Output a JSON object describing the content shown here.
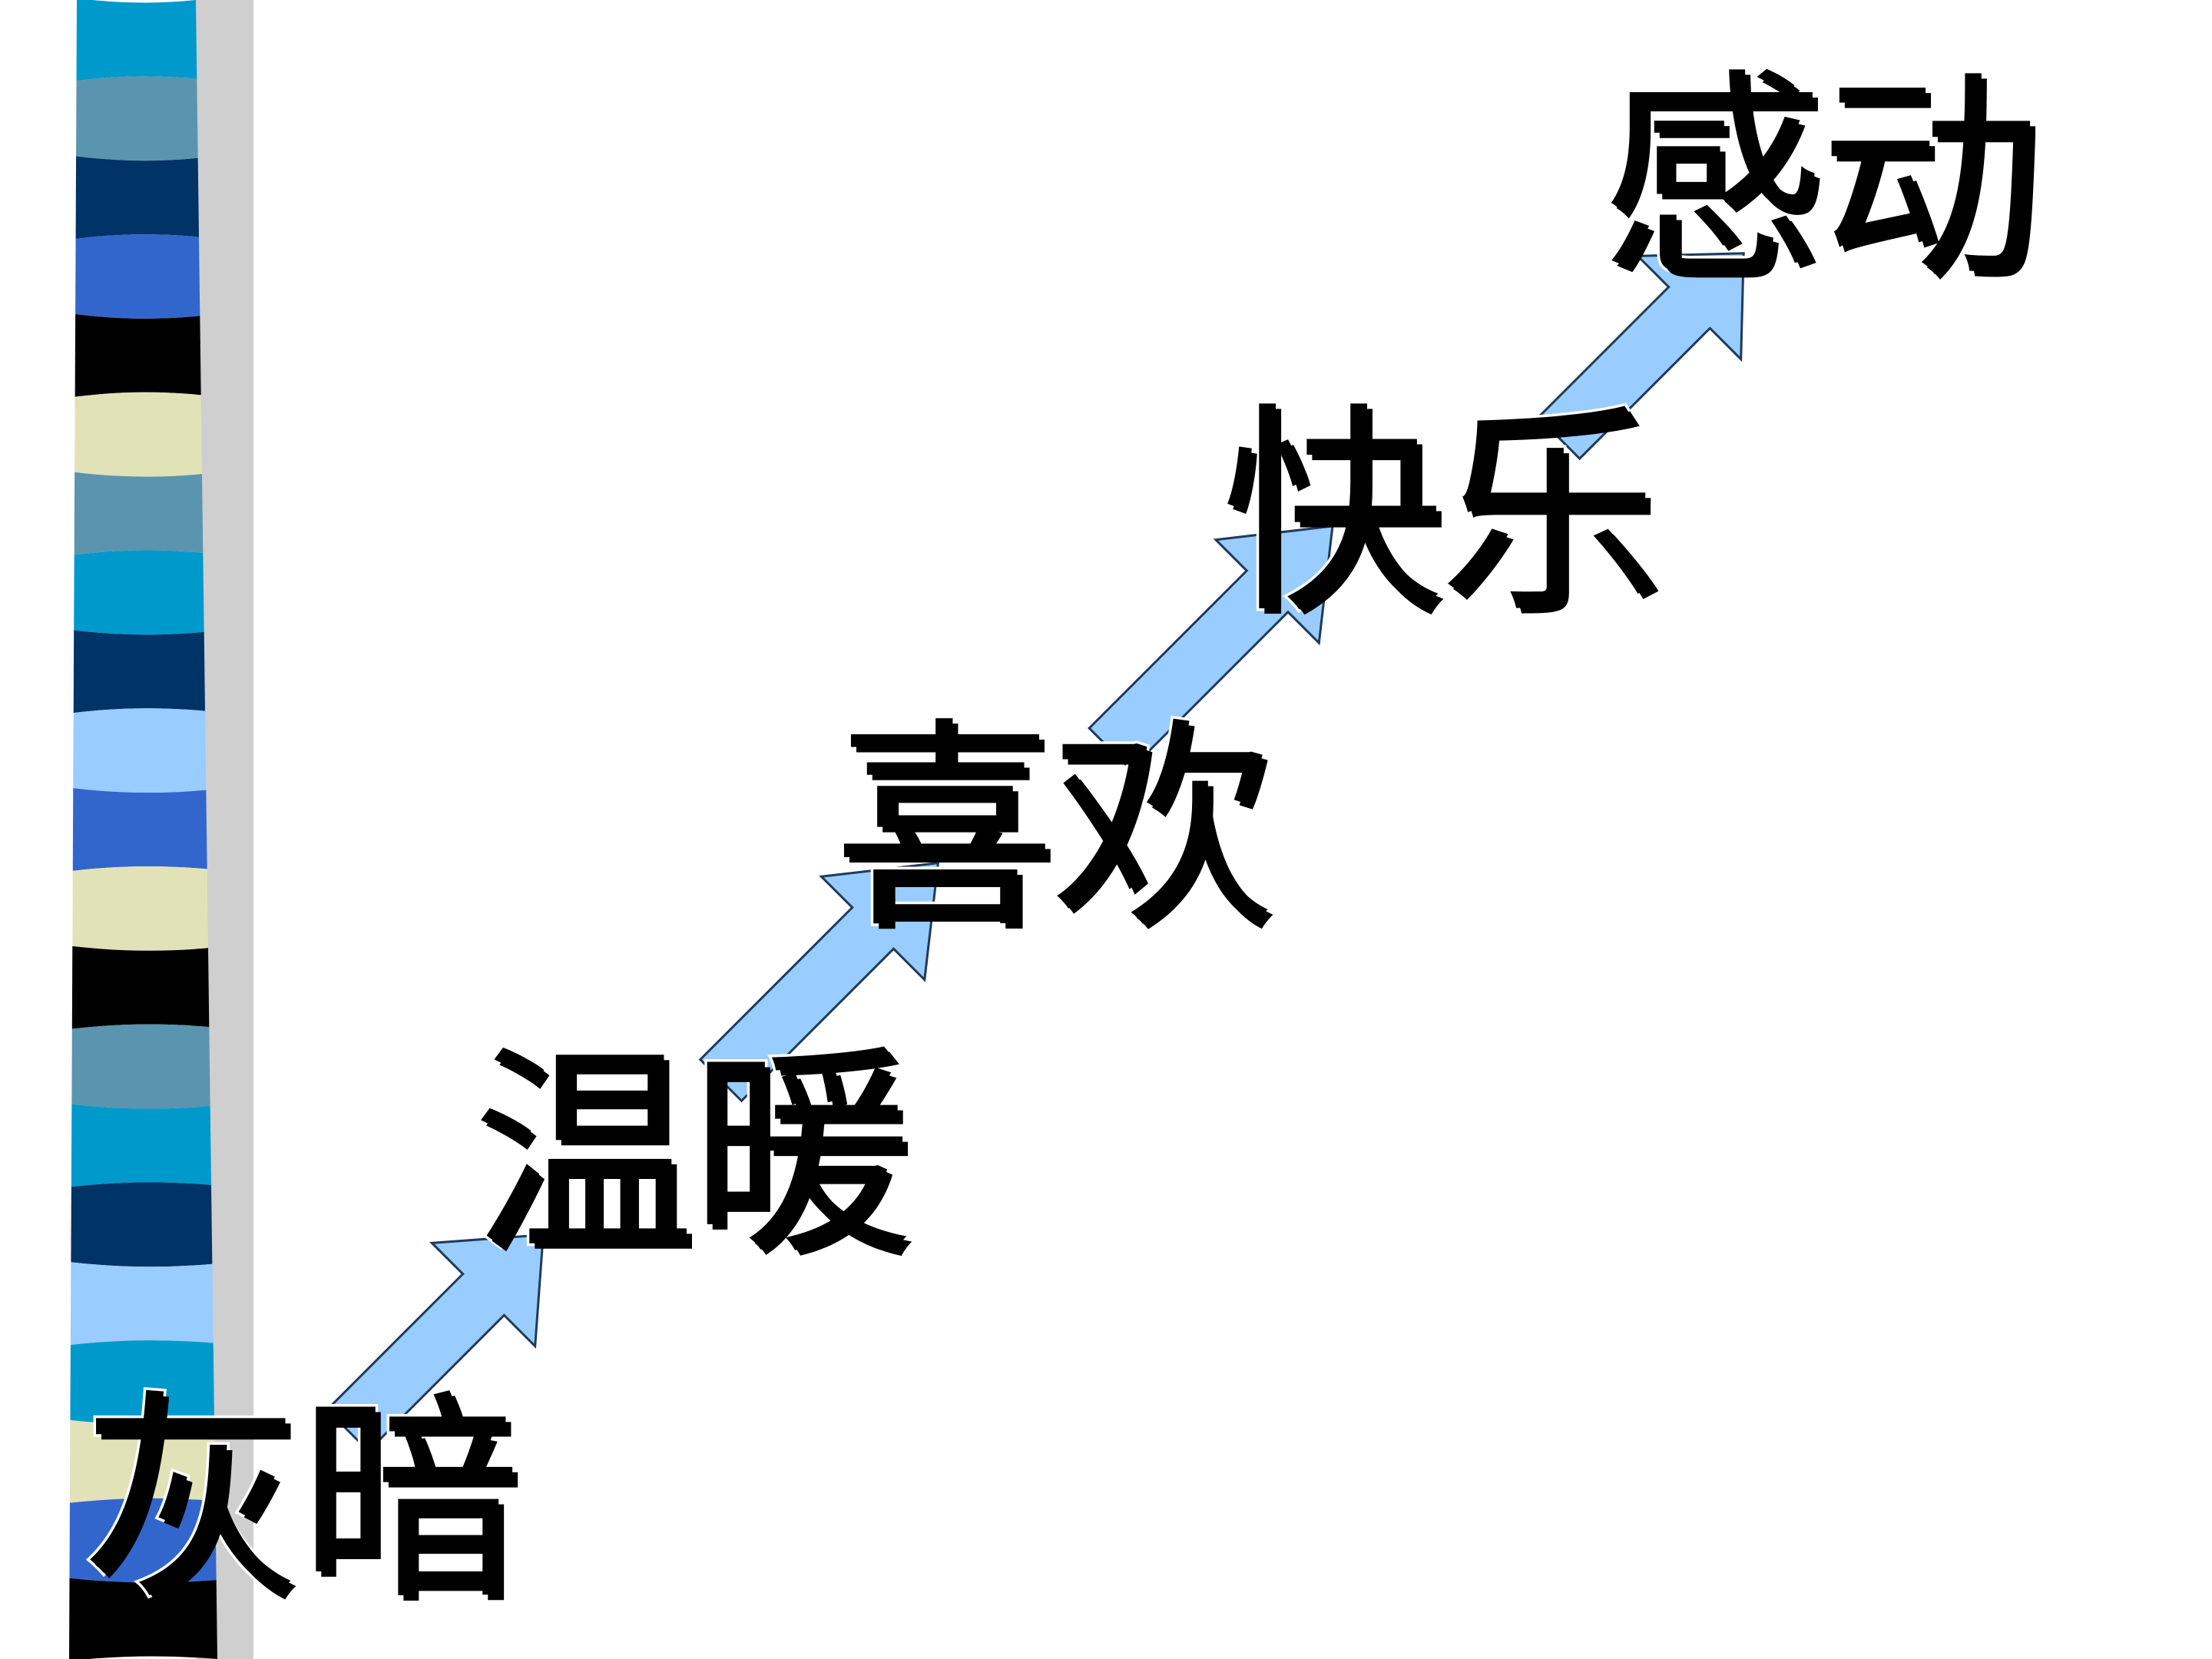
{
  "slide": {
    "background_color": "#ffffff",
    "stripe_colors": [
      "#0099cc",
      "#5b94ae",
      "#003366",
      "#3366cc",
      "#000000",
      "#e1e2b8",
      "#5b94ae",
      "#0099cc",
      "#003366",
      "#99ccff",
      "#3366cc",
      "#e1e2b8",
      "#000000",
      "#5b94ae",
      "#0099cc",
      "#003366",
      "#99ccff",
      "#0099cc",
      "#e1e2b8",
      "#3366cc",
      "#000000"
    ],
    "arrow_fill": "#99ccff",
    "arrow_stroke": "#1f3a5a"
  },
  "steps": [
    {
      "label": "灰暗"
    },
    {
      "label": "温暖"
    },
    {
      "label": "喜欢"
    },
    {
      "label": "快乐"
    },
    {
      "label": "感动"
    }
  ]
}
